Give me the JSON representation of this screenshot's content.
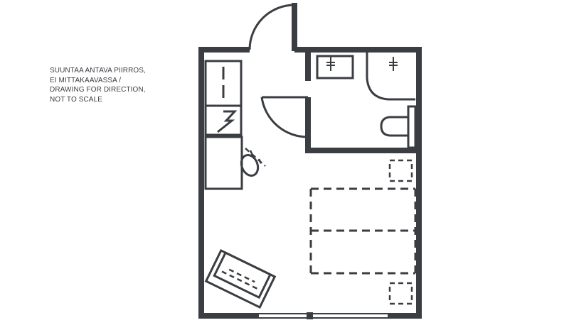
{
  "note": {
    "lines": [
      "SUUNTAA ANTAVA PIIRROS,",
      "EI MITTAKAAVASSA /",
      "DRAWING FOR DIRECTION,",
      "NOT TO SCALE"
    ]
  },
  "colors": {
    "wall": "#3a3d42",
    "background": "#ffffff"
  },
  "icons": {
    "entrance_door": "door-swing-icon",
    "bathroom_door": "door-swing-icon",
    "sink": "sink-icon",
    "shower": "shower-icon",
    "toilet": "toilet-icon",
    "chair": "chair-icon",
    "desk": "desk-icon",
    "bed": "bed-icon"
  }
}
